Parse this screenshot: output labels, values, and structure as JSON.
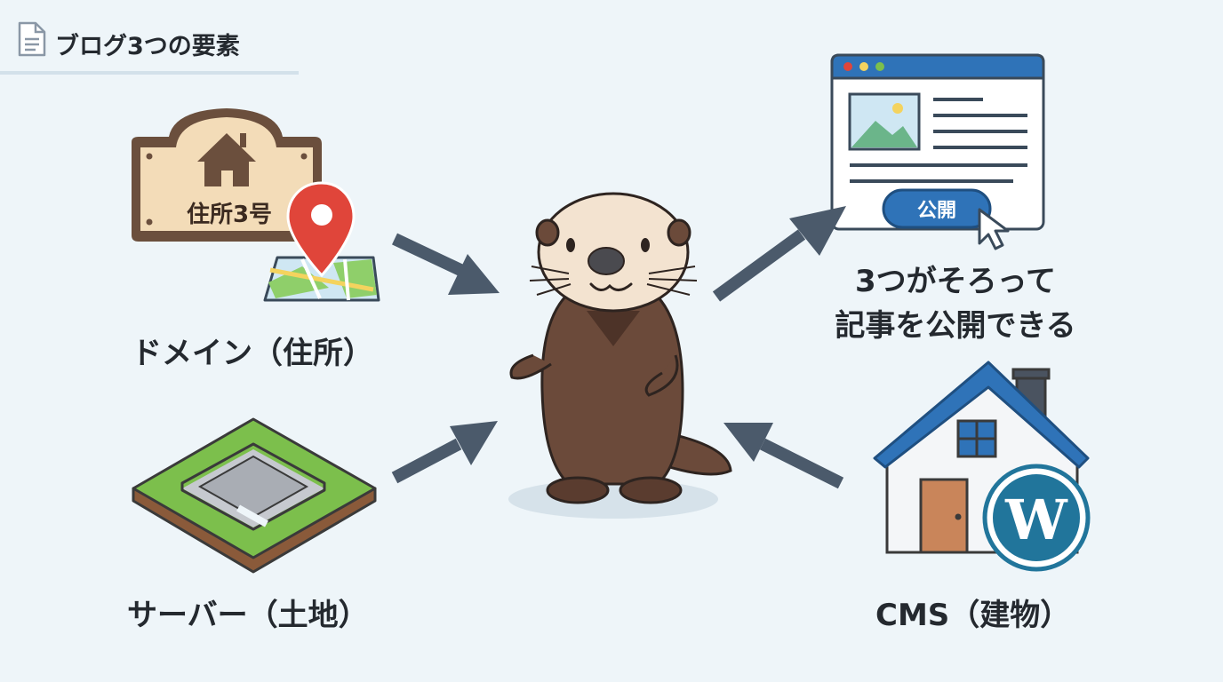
{
  "header": {
    "title": "ブログ3つの要素",
    "icon": "document-icon"
  },
  "domain": {
    "label": "ドメイン（住所）",
    "sign_text": "住所3号",
    "icons": [
      "house-sign-icon",
      "map-pin-icon",
      "map-icon"
    ]
  },
  "server": {
    "label": "サーバー（土地）",
    "icon": "land-plot-icon"
  },
  "cms": {
    "label": "CMS（建物）",
    "icons": [
      "house-icon",
      "wordpress-logo-icon"
    ]
  },
  "result": {
    "line1": "3つがそろって",
    "line2": "記事を公開できる",
    "publish_button": "公開",
    "icons": [
      "browser-window-icon",
      "cursor-icon"
    ]
  },
  "center": {
    "icon": "sea-otter-icon"
  },
  "colors": {
    "background": "#eef5f9",
    "text": "#24292f",
    "arrow": "#4b5a6b",
    "accent_blue": "#2f73b8",
    "otter_brown": "#6b4a3a",
    "grass_green": "#7cbf4c",
    "pin_red": "#e0453a",
    "sign_tan": "#f3dcb8"
  }
}
